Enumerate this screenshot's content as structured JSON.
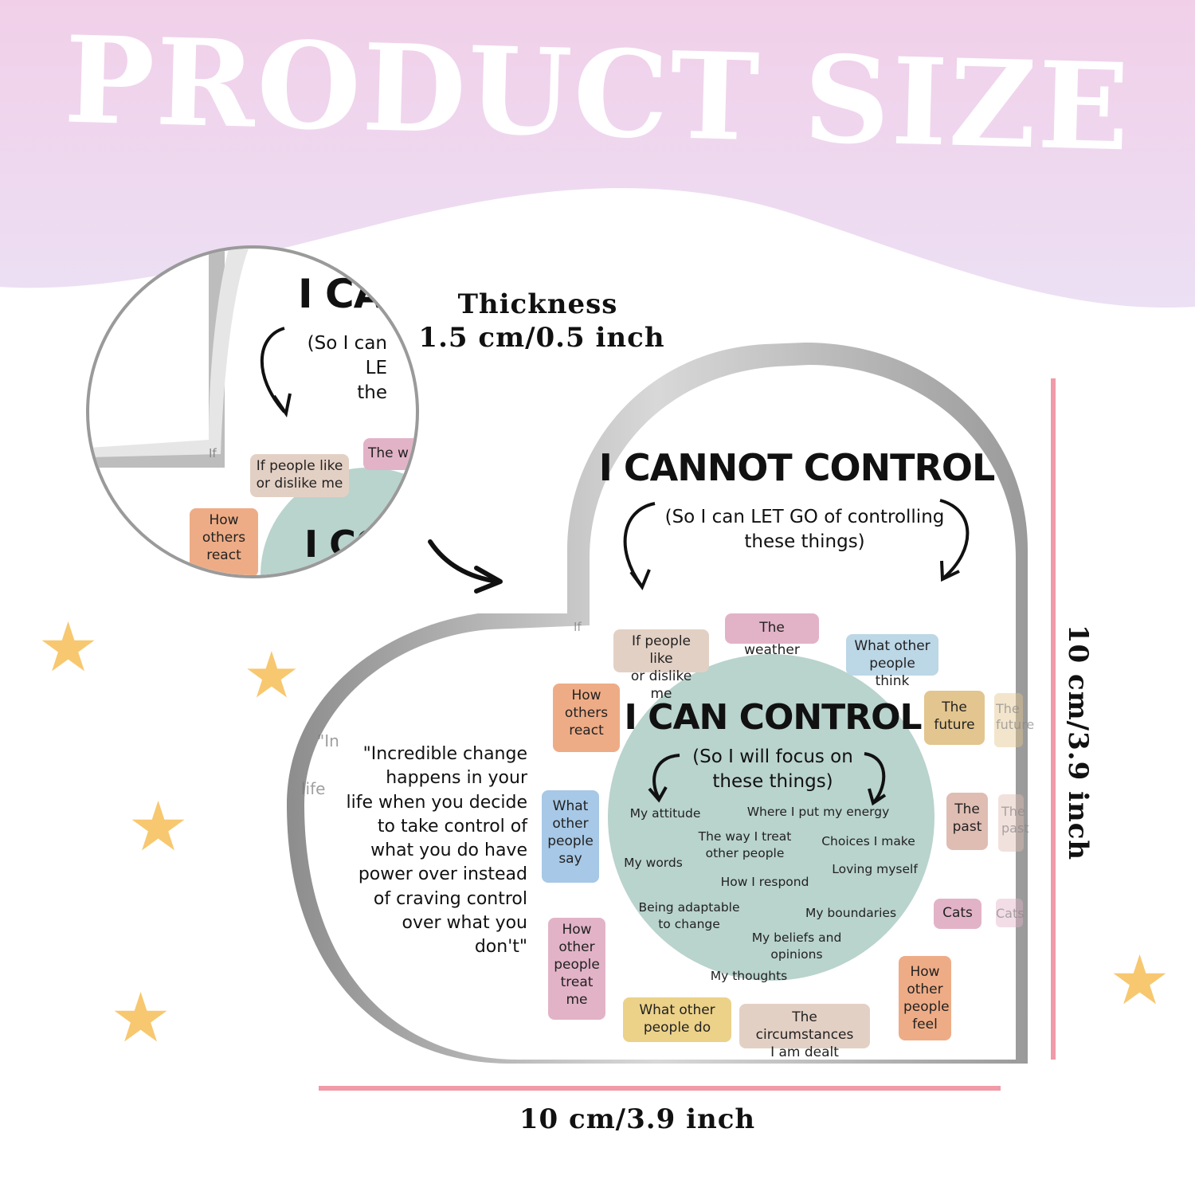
{
  "banner": {
    "title": "PRODUCT SIZE"
  },
  "thickness": {
    "label": "Thickness",
    "value": "1.5 cm/0.5 inch"
  },
  "height_label": "10 cm/3.9 inch",
  "width_label": "10 cm/3.9 inch",
  "card": {
    "cannot_heading": "I CANNOT CONTROL",
    "cannot_sub": "(So I can LET GO of controlling\nthese things)",
    "can_heading": "I CAN CONTROL",
    "can_sub": "(So I will focus on\nthese things)",
    "quote": "\"Incredible change\nhappens in your\nlife when you decide\nto take control of\nwhat you do have\npower over instead\nof craving control\nover what you\ndon't\"",
    "outside_tags": [
      {
        "text": "If people like\nor dislike me",
        "color": "#e3d0c4"
      },
      {
        "text": "The weather",
        "color": "#e2b3c7"
      },
      {
        "text": "What other\npeople think",
        "color": "#bcd7e6"
      },
      {
        "text": "How\nothers\nreact",
        "color": "#eeac86"
      },
      {
        "text": "The\nfuture",
        "color": "#e3c58f"
      },
      {
        "text": "What\nother\npeople\nsay",
        "color": "#a7c8e6"
      },
      {
        "text": "The\npast",
        "color": "#dfbdb3"
      },
      {
        "text": "Cats",
        "color": "#e2b3c7"
      },
      {
        "text": "How\nother\npeople\ntreat\nme",
        "color": "#e2b3c7"
      },
      {
        "text": "How\nother\npeople\nfeel",
        "color": "#eeac86"
      },
      {
        "text": "What other\npeople do",
        "color": "#ecd189"
      },
      {
        "text": "The circumstances\nI am dealt",
        "color": "#e3d0c4"
      }
    ],
    "inside_items": [
      "My attitude",
      "Where I put my energy",
      "The way I treat\nother people",
      "Choices I make",
      "My words",
      "Loving myself",
      "How I respond",
      "Being adaptable\nto change",
      "My boundaries",
      "My beliefs and\nopinions",
      "My thoughts"
    ],
    "ghost_texts": [
      "The\nfuture",
      "The\npast",
      "Cats",
      "\"In",
      "life",
      "If"
    ]
  },
  "zoom": {
    "heading": "I CAN",
    "sub": "(So I can LE\nthe",
    "tags": [
      {
        "text": "If people like\nor dislike me",
        "color": "#e3d0c4"
      },
      {
        "text": "The w",
        "color": "#e2b3c7"
      },
      {
        "text": "How\nothers\nreact",
        "color": "#eeac86"
      }
    ],
    "ghost": "If",
    "circle_heading": "I CO"
  },
  "colors": {
    "banner_top": "#f1cfe9",
    "banner_bottom": "#ead8f2",
    "dimension_line": "#f19aa8",
    "can_circle": "#b9d3cd",
    "star": "#f7c870"
  }
}
